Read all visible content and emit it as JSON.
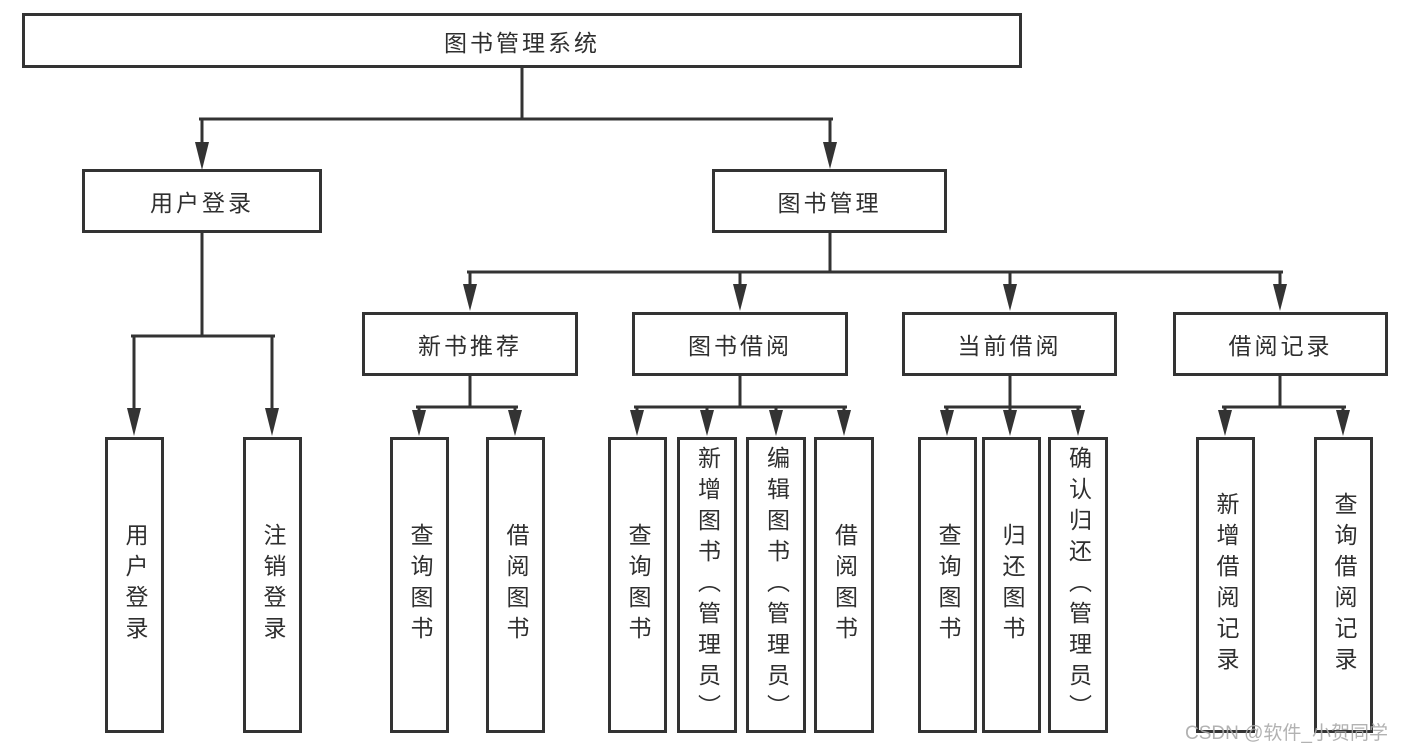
{
  "diagram": {
    "root": {
      "label": "图书管理系统"
    },
    "level2": [
      {
        "label": "用户登录",
        "children": [
          {
            "label": "用户登录"
          },
          {
            "label": "注销登录"
          }
        ]
      },
      {
        "label": "图书管理",
        "children": [
          {
            "label": "新书推荐",
            "children": [
              {
                "label": "查询图书"
              },
              {
                "label": "借阅图书"
              }
            ]
          },
          {
            "label": "图书借阅",
            "children": [
              {
                "label": "查询图书"
              },
              {
                "label": "新增图书（管理员）"
              },
              {
                "label": "编辑图书（管理员）"
              },
              {
                "label": "借阅图书"
              }
            ]
          },
          {
            "label": "当前借阅",
            "children": [
              {
                "label": "查询图书"
              },
              {
                "label": "归还图书"
              },
              {
                "label": "确认归还（管理员）"
              }
            ]
          },
          {
            "label": "借阅记录",
            "children": [
              {
                "label": "新增借阅记录"
              },
              {
                "label": "查询借阅记录"
              }
            ]
          }
        ]
      }
    ],
    "watermark": "CSDN @软件_小贺同学",
    "colors": {
      "line": "#333333",
      "text": "#2f2f2f",
      "watermark": "#aaaaaa"
    }
  }
}
